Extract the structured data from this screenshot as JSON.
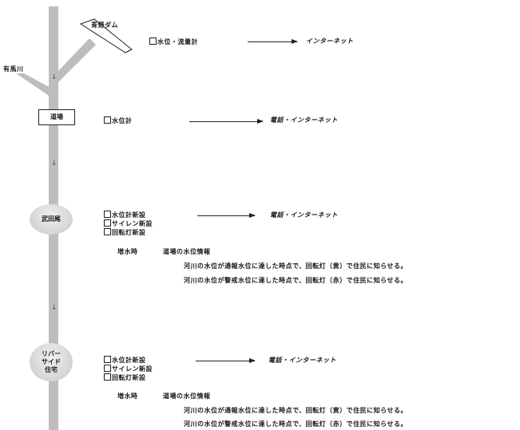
{
  "dam_label": "青野ダム",
  "tributary_label": "有馬川",
  "flow_arrow": "↓",
  "stations": {
    "dojo": {
      "name": "道場",
      "items": [
        "水位計"
      ],
      "destination": "電話・インターネット"
    },
    "aono": {
      "items": [
        "水位・流量計"
      ],
      "destination": "インターネット"
    },
    "takedao": {
      "name": "武田尾",
      "items": [
        "水位計新設",
        "サイレン新設",
        "回転灯新設"
      ],
      "destination": "電話・インターネット",
      "flood_heading": "増水時",
      "flood_source": "道場の水位情報",
      "notes": [
        "河川の水位が通報水位に達した時点で、回転灯（黄）で住民に知らせる。",
        "河川の水位が警戒水位に達した時点で、回転灯（赤）で住民に知らせる。"
      ]
    },
    "riverside": {
      "name_lines": [
        "リバー",
        "サイド",
        "住宅"
      ],
      "items": [
        "水位計新設",
        "サイレン新設",
        "回転灯新設"
      ],
      "destination": "電話・インターネット",
      "flood_heading": "増水時",
      "flood_source": "道場の水位情報",
      "notes": [
        "河川の水位が通報水位に達した時点で、回転灯（黄）で住民に知らせる。",
        "河川の水位が警戒水位に達した時点で、回転灯（赤）で住民に知らせる。"
      ]
    }
  },
  "colors": {
    "river": "#bdbdbd",
    "ink": "#1a1a1a"
  }
}
